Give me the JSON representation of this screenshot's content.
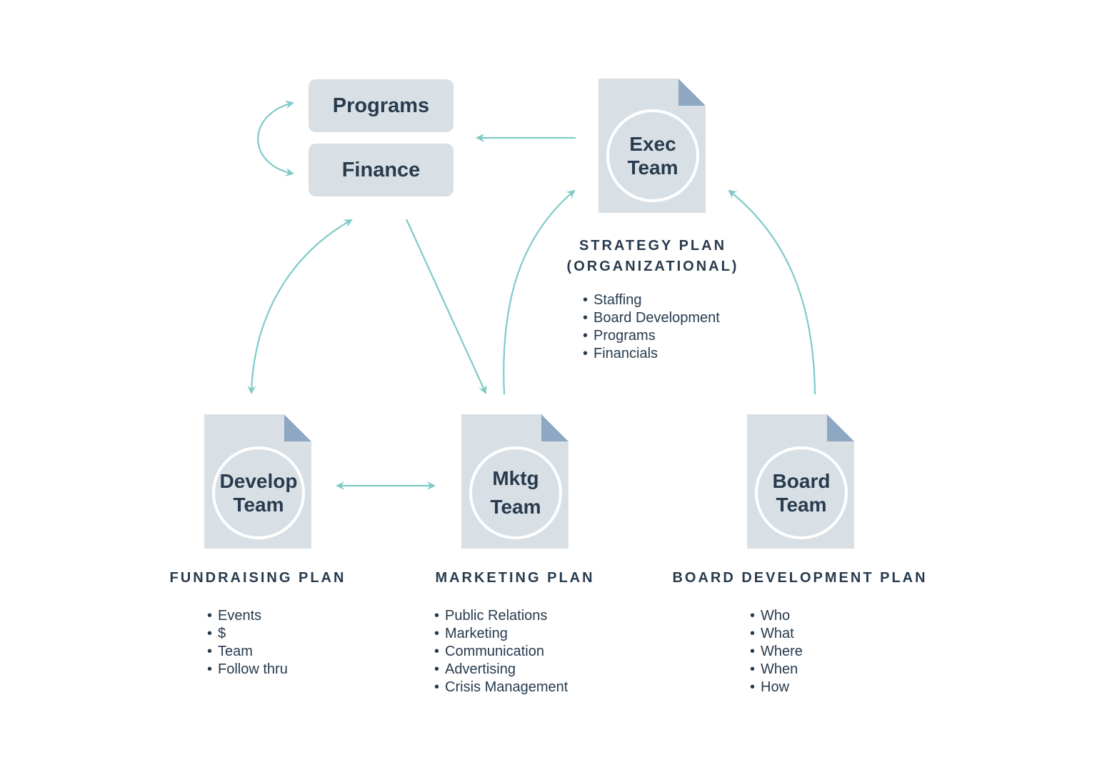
{
  "nodes": {
    "programs": "Programs",
    "finance": "Finance",
    "exec": [
      "Exec",
      "Team"
    ],
    "develop": [
      "Develop",
      "Team"
    ],
    "mktg": [
      "Mktg",
      "Team"
    ],
    "board": [
      "Board",
      "Team"
    ]
  },
  "plans": {
    "strategy": {
      "title_line1": "STRATEGY PLAN",
      "title_line2": "(ORGANIZATIONAL)",
      "items": [
        "Staffing",
        "Board Development",
        "Programs",
        "Financials"
      ]
    },
    "fundraising": {
      "title": "FUNDRAISING PLAN",
      "items": [
        "Events",
        "$",
        "Team",
        "Follow thru"
      ]
    },
    "marketing": {
      "title": "MARKETING PLAN",
      "items": [
        "Public Relations",
        "Marketing",
        "Communication",
        "Advertising",
        "Crisis Management"
      ]
    },
    "board_development": {
      "title": "BOARD DEVELOPMENT PLAN",
      "items": [
        "Who",
        "What",
        "Where",
        "When",
        "How"
      ]
    }
  },
  "colors": {
    "arrow": "#7ecbc8",
    "box_fill": "#d9e0e5",
    "fold": "#8ea7c2",
    "text": "#283b4e"
  }
}
